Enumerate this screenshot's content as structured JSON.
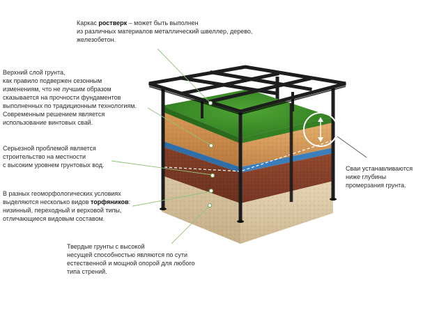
{
  "annotations": {
    "frame": {
      "pre": "Каркас ",
      "bold": "ростверк",
      "post": " – может быть выполнен",
      "line2": "из различных материалов металлический швеллер, дерево,",
      "line3": "железобетон."
    },
    "topsoil": {
      "lines": [
        "Верхний слой грунта,",
        "как правило подвержен сезонным",
        "изменениям, что не лучшим образом",
        "сказывается на прочности фундаментов",
        "выполненных по традиционным технологиям.",
        "Современным решением является",
        "использование винтовых свай."
      ]
    },
    "groundwater": {
      "lines": [
        "Серьезной проблемой является",
        "строительство на местности",
        "с высоким уровнем грунтовых вод."
      ]
    },
    "peat": {
      "line1": "В разных геоморфологических условиях",
      "line2_pre": "выделяются несколько видов ",
      "line2_bold": "торфяников",
      "line2_post": ":",
      "line3": "низинный, переходный и верховой типы,",
      "line4": "отличающиеся видовым составом."
    },
    "hardsoil": {
      "lines": [
        "Твердые грунты с высокой",
        "несущей способностью являются по сути",
        "естественной и мощной опорой для любого",
        "типа стрений."
      ]
    },
    "piles": {
      "lines": [
        "Сваи устанавливаются",
        "ниже глубины",
        "промерзания грунта."
      ]
    }
  },
  "colors": {
    "grass": "#3f8f2a",
    "grass_dark": "#2b6a1c",
    "topsoil": "#c88a48",
    "topsoil_dark": "#8a5a2c",
    "water": "#2e6fa8",
    "peat": "#7a3a24",
    "peat_dark": "#55261a",
    "hardsoil": "#d8c4a0",
    "hardsoil_dark": "#b29a74",
    "frame": "#1d1d1d",
    "leader": "#8fc27a"
  }
}
